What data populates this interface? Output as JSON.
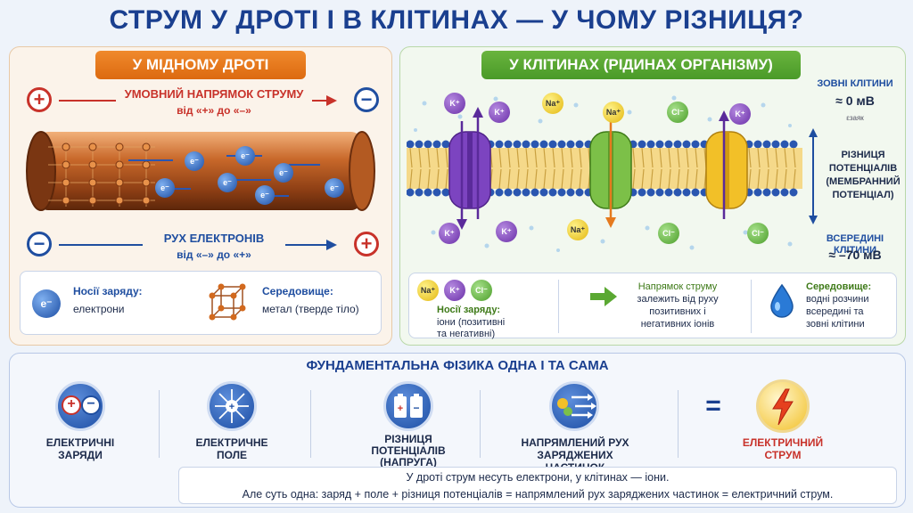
{
  "title": "СТРУМ У ДРОТІ І В КЛІТИНАХ — У ЧОМУ РІЗНИЦЯ?",
  "left": {
    "banner": "У МІДНОМУ ДРОТІ",
    "conventional_line1": "УМОВНИЙ НАПРЯМОК СТРУМУ",
    "conventional_line2": "від «+» до «–»",
    "electron_line1": "РУХ ЕЛЕКТРОНІВ",
    "electron_line2": "від «–» до «+»",
    "electron_symbol": "e⁻",
    "carriers_title": "Носії заряду:",
    "carriers_value": "електрони",
    "medium_title": "Середовище:",
    "medium_value": "метал (тверде тіло)"
  },
  "right": {
    "banner": "У КЛІТИНАХ (РІДИНАХ ОРГАНІЗМУ)",
    "outside_label": "ЗОВНІ КЛІТИНИ",
    "outside_value": "≈ 0 мВ",
    "small_mark": "ԑзаяк",
    "diff_line1": "РІЗНИЦЯ",
    "diff_line2": "ПОТЕНЦІАЛІВ",
    "diff_line3": "(МЕМБРАННИЙ",
    "diff_line4": "ПОТЕНЦІАЛ)",
    "inside_label": "ВСЕРЕДИНІ КЛІТИНИ",
    "inside_value": "≈ –70 мВ",
    "ion_k": "K⁺",
    "ion_na": "Na⁺",
    "ion_cl": "Cl⁻",
    "carriers_title": "Носії заряду:",
    "carriers_value_1": "іони (позитивні",
    "carriers_value_2": "та негативні)",
    "direction_title": "Напрямок струму",
    "direction_value_1": "залежить від руху",
    "direction_value_2": "позитивних і",
    "direction_value_3": "негативних іонів",
    "medium_title": "Середовище:",
    "medium_value_1": "водні розчини",
    "medium_value_2": "всередині та",
    "medium_value_3": "зовні клітини"
  },
  "bottom": {
    "heading": "ФУНДАМЕНТАЛЬНА ФІЗИКА ОДНА І ТА САМА",
    "item1_line1": "ЕЛЕКТРИЧНІ",
    "item1_line2": "ЗАРЯДИ",
    "item2_line1": "ЕЛЕКТРИЧНЕ",
    "item2_line2": "ПОЛЕ",
    "item3_line1": "РІЗНИЦЯ",
    "item3_line2": "ПОТЕНЦІАЛІВ",
    "item3_line3": "(НАПРУГА)",
    "item4_line1": "НАПРЯМЛЕНИЙ РУХ",
    "item4_line2": "ЗАРЯДЖЕНИХ ЧАСТИНОК",
    "equals": "=",
    "result_line1": "ЕЛЕКТРИЧНИЙ",
    "result_line2": "СТРУМ",
    "note_line1": "У дроті струм несуть електрони, у клітинах — іони.",
    "note_line2": "Але суть одна: заряд + поле + різниця потенціалів = напрямлений рух заряджених частинок = електричний струм."
  },
  "colors": {
    "title": "#1a3f8f",
    "red": "#c8322a",
    "blue": "#1f4ea0",
    "orange": "#e57a1e",
    "green": "#5aa832",
    "potassium": "#6a2fa8",
    "sodium": "#e3b70f",
    "chloride": "#4c9e2a"
  }
}
